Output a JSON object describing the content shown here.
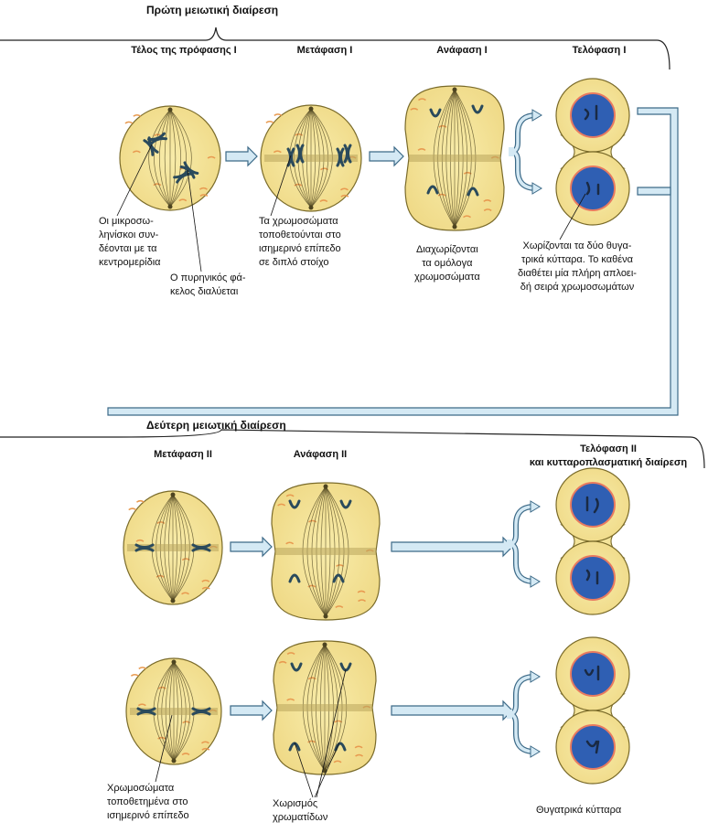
{
  "sections": {
    "meiosis1_title": "Πρώτη μειωτική διαίρεση",
    "meiosis2_title": "Δεύτερη μειωτική διαίρεση"
  },
  "stages": {
    "late_prophase1": "Τέλος της πρόφασης Ι",
    "metaphase1": "Μετάφαση Ι",
    "anaphase1": "Ανάφαση Ι",
    "telophase1": "Τελόφαση Ι",
    "metaphase2": "Μετάφαση ΙΙ",
    "anaphase2": "Ανάφαση ΙΙ",
    "telophase2": "Τελόφαση ΙΙ\nκαι κυτταροπλασματική διαίρεση"
  },
  "labels": {
    "microtubules": "Οι μικροσω-\nληνίσκοι συν-\nδέονται με τα\nκεντρομερίδια",
    "nuclear_envelope": "Ο πυρηνικός φά-\nκελος διαλύεται",
    "chromosomes_align": "Τα χρωμοσώματα\nτοποθετούνται στο\nισημερινό επίπεδο\nσε διπλό στοίχο",
    "homologs_separate": "Διαχωρίζονται\nτα ομόλογα\nχρωμοσώματα",
    "cells_separate": "Χωρίζονται τα δύο θυγα-\nτρικά κύτταρα. Το καθένα\nδιαθέτει μία πλήρη απλοει-\nδή σειρά χρωμοσωμάτων",
    "chromosomes_equator": "Χρωμοσώματα\nτοποθετημένα στο\nισημερινό επίπεδο",
    "chromatid_separation": "Χωρισμός\nχρωματίδων",
    "daughter_cells": "Θυγατρικά κύτταρα"
  },
  "colors": {
    "cell_fill": "#f5e79a",
    "cell_stroke": "#7a6b2a",
    "spindle": "#4d4420",
    "nucleus": "#2f5fb3",
    "nucleus_ring": "#e87a60",
    "chromosome": "#2a4a5c",
    "arrow_fill": "#d4e9f4",
    "arrow_stroke": "#3c6a88"
  }
}
